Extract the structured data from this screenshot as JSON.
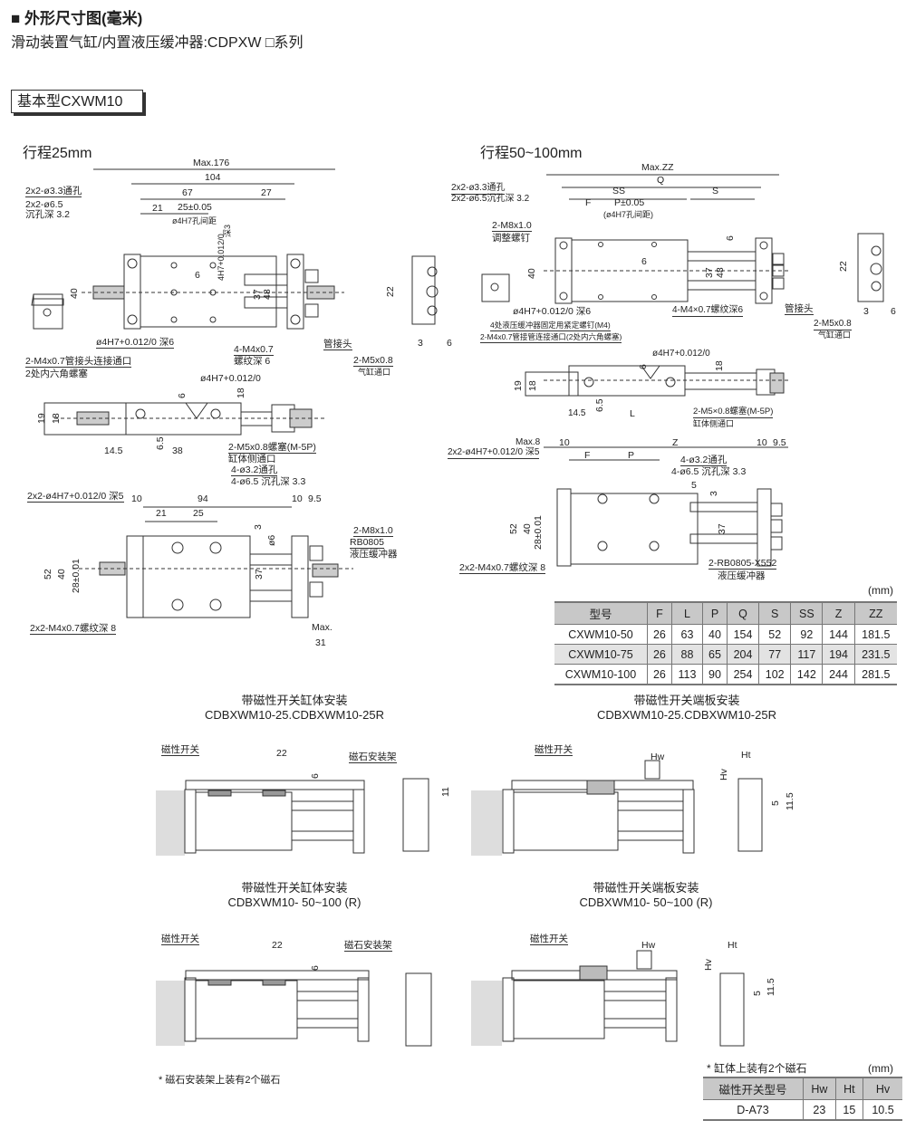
{
  "header": {
    "title": "■ 外形尺寸图(毫米)",
    "subtitle": "滑动装置气缸/内置液压缓冲器:CDPXW □系列",
    "badge": "基本型CXWM10"
  },
  "s25": {
    "title": "行程25mm",
    "labels": [
      "Max.176",
      "104",
      "67",
      "27",
      "21",
      "25±0.05",
      "ø4H7孔间距",
      "2x2-ø3.3通孔",
      "2x2-ø6.5",
      "沉孔深 3.2",
      "40",
      "37",
      "48",
      "6",
      "ø4H7+0.012/0 深6",
      "4-M4x0.7",
      "螺纹深 6",
      "管接头",
      "2-M4x0.7管接头连接通口",
      "2处内六角螺塞",
      "22",
      "3",
      "6",
      "2-M5x0.8",
      "气缸通口",
      "ø4H7+0.012/0",
      "19",
      "18",
      "6.5",
      "14.5",
      "38",
      "18",
      "6",
      "2-M5x0.8螺塞(M-5P)",
      "缸体侧通口",
      "4-ø3.2通孔",
      "4-ø6.5 沉孔深 3.3",
      "2x2-ø4H7+0.012/0 深5",
      "10",
      "94",
      "10",
      "9.5",
      "21",
      "25",
      "3",
      "ø6",
      "52",
      "40",
      "28±0.01",
      "37",
      "2-M8x1.0",
      "RB0805",
      "液压缓冲器",
      "2x2-M4x0.7螺纹深 8",
      "Max.",
      "31",
      "深3",
      "4H7+0.012/0"
    ]
  },
  "s50": {
    "title": "行程50~100mm",
    "labels": [
      "Max.ZZ",
      "Q",
      "SS",
      "S",
      "F",
      "P±0.05",
      "(ø4H7孔间距)",
      "2x2-ø3.3通孔",
      "2x2-ø6.5沉孔深 3.2",
      "2-M8x1.0",
      "调整螺钉",
      "40",
      "37",
      "48",
      "6",
      "6",
      "ø4H7+0.012/0 深6",
      "4处液压缓冲器固定用紧定螺钉(M4)",
      "2-M4x0.7管接管连接通口(2处内六角螺塞)",
      "4-M4×0.7螺纹深6",
      "管接头",
      "22",
      "3",
      "6",
      "2-M5x0.8",
      "气缸通口",
      "ø4H7+0.012/0",
      "6",
      "18",
      "19",
      "18",
      "6.5",
      "14.5",
      "L",
      "2-M5×0.8螺塞(M-5P)",
      "缸体侧通口",
      "2x2-ø4H7+0.012/0 深5",
      "Max.8",
      "10",
      "Z",
      "10",
      "9.5",
      "F",
      "P",
      "4-ø3.2通孔",
      "4-ø6.5 沉孔深 3.3",
      "5",
      "3",
      "52",
      "40",
      "28±0.01",
      "37",
      "2x2-M4x0.7螺纹深 8",
      "2-RB0805-X552",
      "液压缓冲器"
    ]
  },
  "dim_table": {
    "unit": "(mm)",
    "headers": [
      "型号",
      "F",
      "L",
      "P",
      "Q",
      "S",
      "SS",
      "Z",
      "ZZ"
    ],
    "rows": [
      [
        "CXWM10-50",
        "26",
        "63",
        "40",
        "154",
        "52",
        "92",
        "144",
        "181.5"
      ],
      [
        "CXWM10-75",
        "26",
        "88",
        "65",
        "204",
        "77",
        "117",
        "194",
        "231.5"
      ],
      [
        "CXWM10-100",
        "26",
        "113",
        "90",
        "254",
        "102",
        "142",
        "244",
        "281.5"
      ]
    ]
  },
  "magnet": {
    "a_title": "带磁性开关缸体安装",
    "a_model": "CDBXWM10-25.CDBXWM10-25R",
    "b_title": "带磁性开关端板安装",
    "b_model": "CDBXWM10-25.CDBXWM10-25R",
    "c_title": "带磁性开关缸体安装",
    "c_model": "CDBXWM10- 50~100 (R)",
    "d_title": "带磁性开关端板安装",
    "d_model": "CDBXWM10- 50~100 (R)",
    "switch": "磁性开关",
    "bracket": "磁石安装架",
    "d22": "22",
    "d6": "6",
    "d11": "11",
    "hw": "Hw",
    "ht": "Ht",
    "hv": "Hv",
    "d5": "5",
    "d115": "11.5",
    "note": "* 磁石安装架上装有2个磁石"
  },
  "switch_table": {
    "note": "* 缸体上装有2个磁石",
    "unit": "(mm)",
    "headers": [
      "磁性开关型号",
      "Hw",
      "Ht",
      "Hv"
    ],
    "rows": [
      [
        "D-A73",
        "23",
        "15",
        "10.5"
      ]
    ]
  }
}
